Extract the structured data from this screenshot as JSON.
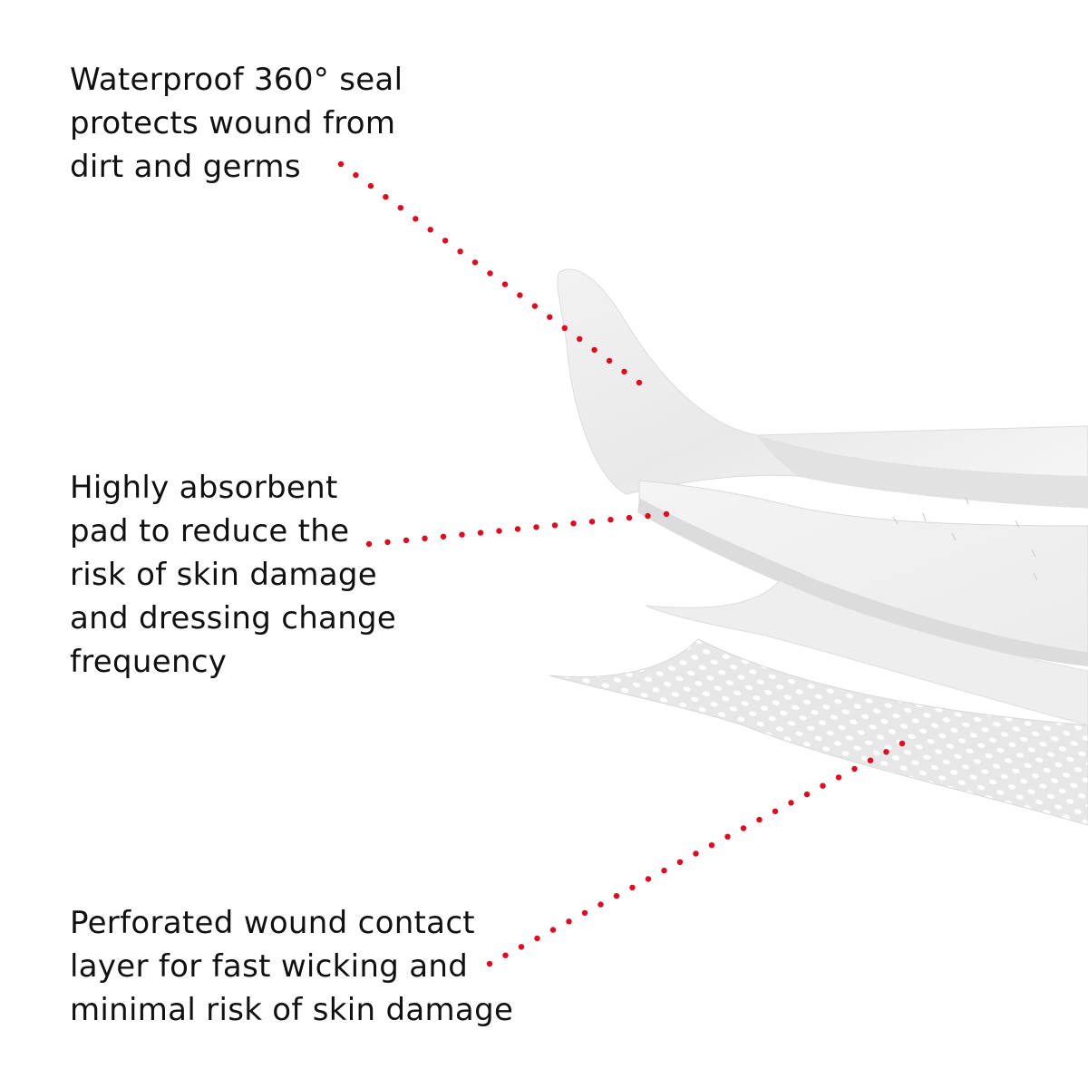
{
  "callouts": {
    "seal": {
      "lines": [
        "Waterproof 360° seal",
        "protects wound from",
        "dirt and germs"
      ]
    },
    "pad": {
      "lines": [
        "Highly absorbent",
        "pad to reduce the",
        "risk of skin damage",
        "and dressing change",
        "frequency"
      ]
    },
    "contact_layer": {
      "lines": [
        "Perforated wound contact",
        "layer for fast wicking and",
        "minimal risk of skin damage"
      ]
    }
  },
  "colors": {
    "leader_dots": "#e10a1e",
    "text": "#111111",
    "background": "#ffffff"
  }
}
